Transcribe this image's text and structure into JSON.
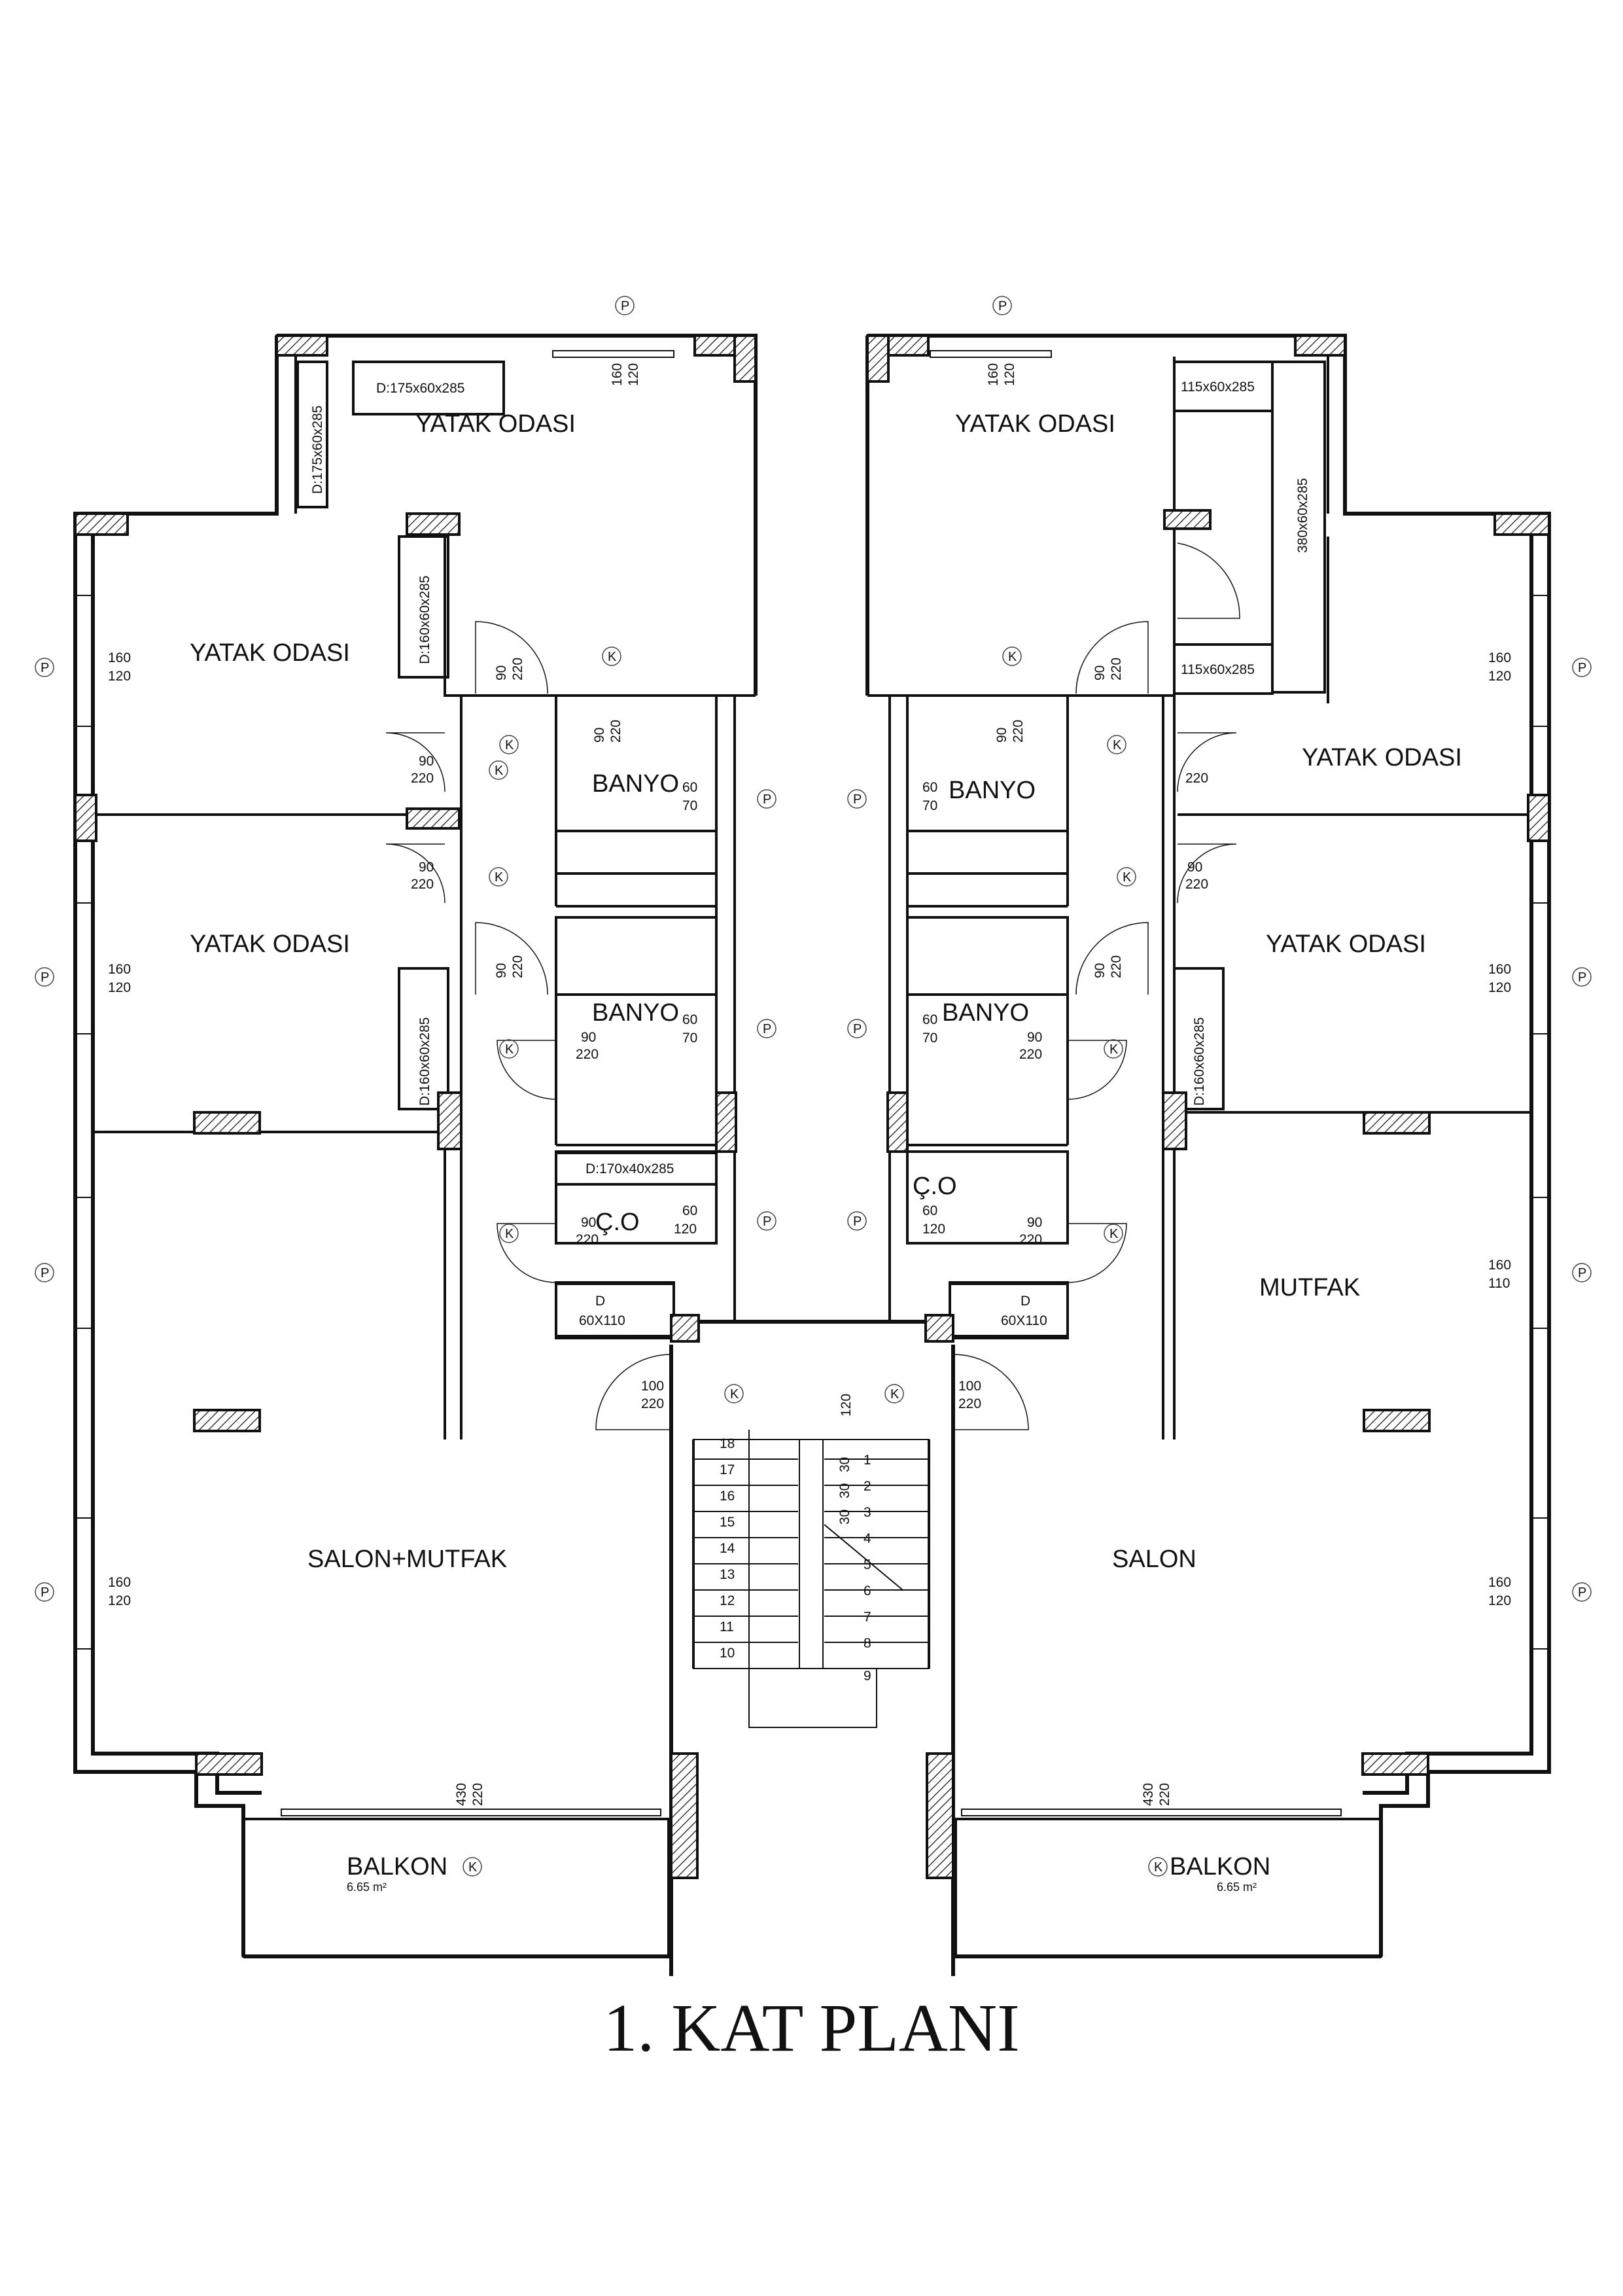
{
  "title": "1. KAT PLANI",
  "rooms": {
    "left_top_bedroom": "YATAK ODASI",
    "left_upper_bedroom": "YATAK ODASI",
    "left_lower_bedroom": "YATAK ODASI",
    "left_living": "SALON+MUTFAK",
    "left_bath_upper": "BANYO",
    "left_bath_lower": "BANYO",
    "left_wc": "Ç.O",
    "left_balcony": "BALKON",
    "right_top_bedroom": "YATAK ODASI",
    "right_upper_bedroom": "YATAK ODASI",
    "right_lower_bedroom": "YATAK ODASI",
    "right_kitchen": "MUTFAK",
    "right_living": "SALON",
    "right_bath_upper": "BANYO",
    "right_bath_lower": "BANYO",
    "right_wc": "Ç.O",
    "right_balcony": "BALKON"
  },
  "balcony_area": "6.65 m²",
  "cabinets": {
    "l1": "D:175x60x285",
    "l2": "D:175x60x285",
    "l3": "D:160x60x285",
    "l4": "D:160x60x285",
    "l5": "D:170x40x285",
    "l6a": "D",
    "l6b": "60X110",
    "r1": "115x60x285",
    "r2": "380x60x285",
    "r3": "115x60x285",
    "r4": "D:160x60x285",
    "r6a": "D",
    "r6b": "60X110"
  },
  "symbols": {
    "window": "P",
    "door": "K"
  },
  "dimensions": {
    "w160": "160",
    "w120": "120",
    "w110": "110",
    "w60": "60",
    "w70": "70",
    "d90": "90",
    "d220": "220",
    "d100": "100",
    "b430": "430",
    "stair_gap": "120",
    "landing": "30"
  },
  "stairs": [
    "1",
    "2",
    "3",
    "4",
    "5",
    "6",
    "7",
    "8",
    "9",
    "10",
    "11",
    "12",
    "13",
    "14",
    "15",
    "16",
    "17",
    "18"
  ]
}
